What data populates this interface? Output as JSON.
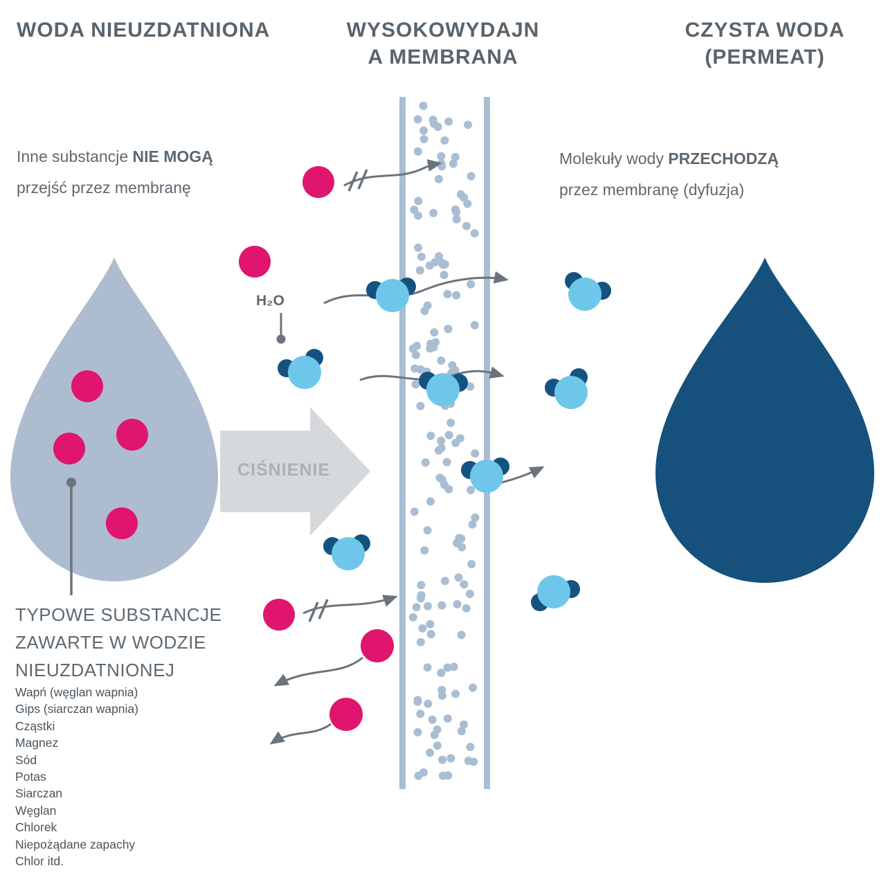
{
  "headers": {
    "left": "WODA NIEUZDATNIONA",
    "center_line1": "WYSOKOWYDAJN",
    "center_line2": "A MEMBRANA",
    "right_line1": "CZYSTA WODA",
    "right_line2": "(PERMEAT)"
  },
  "notes": {
    "left_prefix": "Inne substancje ",
    "left_bold": "NIE MOGĄ",
    "left_line2": "przejść przez membranę",
    "right_prefix": "Molekuły wody ",
    "right_bold": "PRZECHODZĄ",
    "right_line2": "przez membranę (dyfuzja)"
  },
  "labels": {
    "pressure": "CIŚNIENIE",
    "h2o": "H₂O"
  },
  "substances": {
    "heading_line1": "TYPOWE SUBSTANCJE",
    "heading_line2": "ZAWARTE W WODZIE",
    "heading_line3": "NIEUZDATNIONEJ",
    "items": [
      "Wapń (węglan wapnia)",
      "Gips (siarczan wapnia)",
      "Cząstki",
      "Magnez",
      "Sód",
      "Potas",
      "Siarczan",
      "Węglan",
      "Chlorek",
      "Niepożądane zapachy",
      "Chlor itd."
    ]
  },
  "colors": {
    "contaminant_pink": "#e0156e",
    "water_light_blue": "#6ec7ea",
    "water_dark_blue": "#14537f",
    "clean_drop_blue": "#16507c",
    "raw_drop_gray": "#aebccf",
    "membrane_blue_gray": "#a9bdd3",
    "arrow_gray": "#6b747c",
    "pressure_arrow_gray": "#d6d9dc",
    "text_gray": "#5d6871"
  }
}
